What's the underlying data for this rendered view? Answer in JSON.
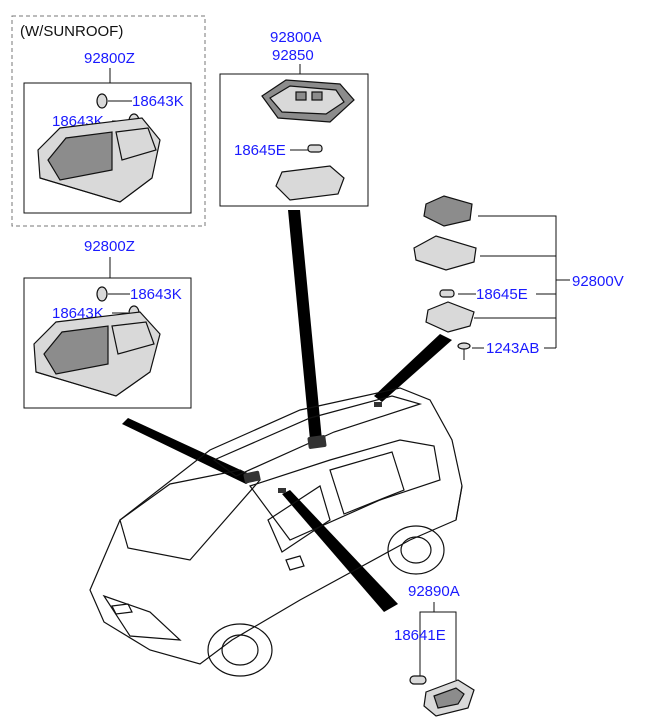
{
  "diagram": {
    "note": "(W/SUNROOF)",
    "boxes": {
      "sunroof_lamp": {
        "part_no": "92800Z",
        "bulb_top": "18643K",
        "bulb_left": "18643K"
      },
      "map_lamp": {
        "part_no": "92800Z",
        "bulb_top": "18643K",
        "bulb_left": "18643K"
      },
      "overhead_console": {
        "part_no_1": "92800A",
        "part_no_2": "92850",
        "bulb": "18645E"
      }
    },
    "room_lamp": {
      "part_no": "92800V",
      "bulb": "18645E",
      "screw": "1243AB"
    },
    "cargo_lamp": {
      "part_no": "92890A",
      "bulb": "18641E"
    }
  },
  "colors": {
    "label": "#1a1aff",
    "line": "#111111",
    "part_fill": "#d9d9d9"
  }
}
